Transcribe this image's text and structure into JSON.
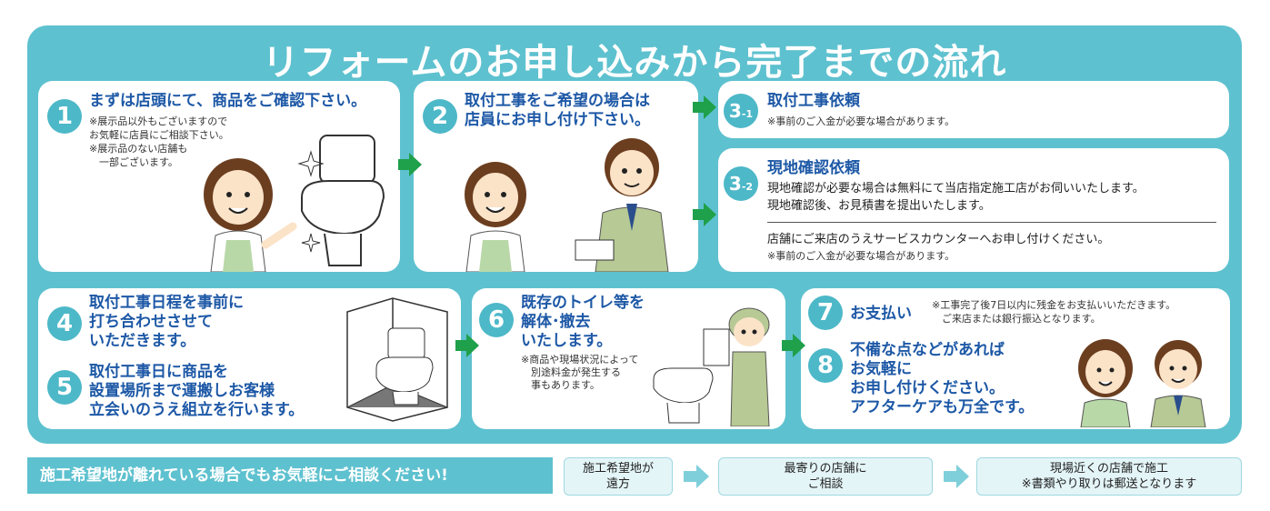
{
  "title": "リフォームのお申し込みから完了までの流れ",
  "steps": {
    "s1": {
      "num": "1",
      "head": "まずは店頭にて、商品をご確認下さい。",
      "notes": [
        "※展示品以外もございますので",
        "お気軽に店員にご相談下さい。",
        "※展示品のない店舗も",
        "　一部ございます。"
      ]
    },
    "s2": {
      "num": "2",
      "head": [
        "取付工事をご希望の場合は",
        "店員にお申し付け下さい。"
      ]
    },
    "s31": {
      "num": "3",
      "sub": "-1",
      "head": "取付工事依頼",
      "note": "※事前のご入金が必要な場合があります。"
    },
    "s32": {
      "num": "3",
      "sub": "-2",
      "head": "現地確認依頼",
      "body": [
        "現地確認が必要な場合は無料にて当店指定施工店がお伺いいたします。",
        "現地確認後、お見積書を提出いたします。"
      ],
      "body2": "店舗にご来店のうえサービスカウンターへお申し付けください。",
      "note": "※事前のご入金が必要な場合があります。"
    },
    "s4": {
      "num": "4",
      "head": [
        "取付工事日程を事前に",
        "打ち合わせさせて",
        "いただきます。"
      ]
    },
    "s5": {
      "num": "5",
      "head": [
        "取付工事日に商品を",
        "設置場所まで運搬しお客様",
        "立会いのうえ組立を行います。"
      ]
    },
    "s6": {
      "num": "6",
      "head": [
        "既存のトイレ等を",
        "解体･撤去",
        "いたします。"
      ],
      "notes": [
        "※商品や現場状況によって",
        "　別途料金が発生する",
        "　事もあります。"
      ]
    },
    "s7": {
      "num": "7",
      "head": "お支払い",
      "notes": [
        "※工事完了後7日以内に残金をお支払いいただきます。",
        "　ご来店または銀行振込となります。"
      ]
    },
    "s8": {
      "num": "8",
      "head": [
        "不備な点などがあれば",
        "お気軽に",
        "お申し付けください。",
        "アフターケアも万全です。"
      ]
    }
  },
  "bottom": {
    "banner": "施工希望地が離れている場合でもお気軽にご相談ください!",
    "box1": [
      "施工希望地が",
      "遠方"
    ],
    "box2": [
      "最寄りの店舗に",
      "ご相談"
    ],
    "box3": [
      "現場近くの店舗で施工",
      "※書類やり取りは郵送となります"
    ]
  },
  "colors": {
    "teal": "#5ec1cf",
    "circle": "#4db8c8",
    "heading": "#1d58a6",
    "arrow": "#1fa04a"
  }
}
